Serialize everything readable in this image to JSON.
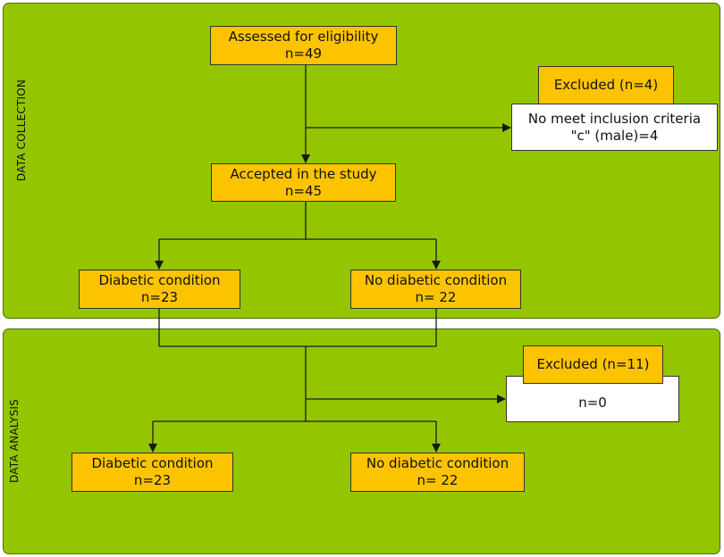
{
  "sections": {
    "collection_label": "DATA COLLECTION",
    "analysis_label": "DATA ANALYSIS"
  },
  "colors": {
    "panel": "#94c600",
    "box": "#fcc300",
    "white_box": "#ffffff"
  },
  "collection": {
    "assessed": {
      "line1": "Assessed for eligibility",
      "line2": "n=49"
    },
    "excluded": {
      "title": "Excluded (n=4)",
      "line1": "No meet inclusion criteria",
      "line2": "\"c\" (male)=4"
    },
    "accepted": {
      "line1": "Accepted in the study",
      "line2": "n=45"
    },
    "diabetic": {
      "line1": "Diabetic condition",
      "line2": "n=23"
    },
    "no_diabetic": {
      "line1": "No diabetic condition",
      "line2": "n= 22"
    }
  },
  "analysis": {
    "excluded": {
      "title": "Excluded (n=11)",
      "value": "n=0"
    },
    "diabetic": {
      "line1": "Diabetic condition",
      "line2": "n=23"
    },
    "no_diabetic": {
      "line1": "No diabetic condition",
      "line2": "n= 22"
    }
  }
}
